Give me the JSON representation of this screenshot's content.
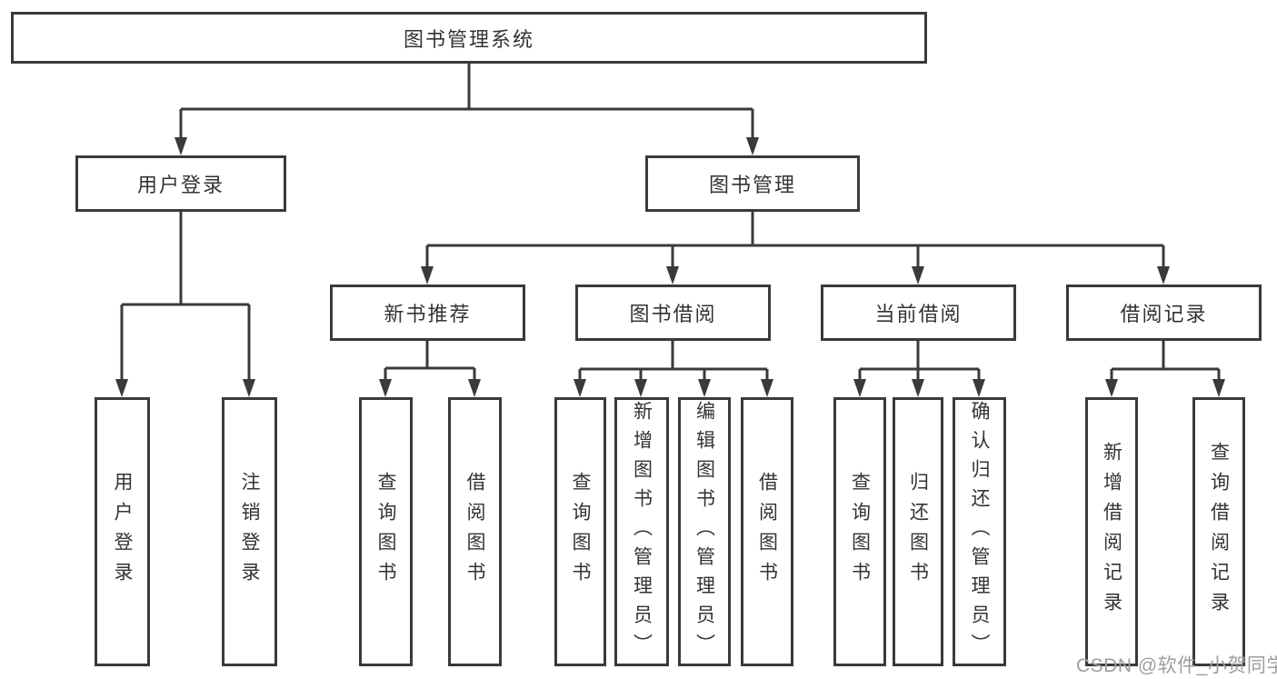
{
  "diagram": {
    "title": "图书管理系统",
    "tree": {
      "root": "图书管理系统",
      "branches": [
        {
          "label": "用户登录",
          "leaves": [
            "用户登录",
            "注销登录"
          ]
        },
        {
          "label": "图书管理",
          "groups": [
            {
              "label": "新书推荐",
              "leaves": [
                "查询图书",
                "借阅图书"
              ]
            },
            {
              "label": "图书借阅",
              "leaves": [
                "查询图书",
                "新增图书（管理员）",
                "编辑图书（管理员）",
                "借阅图书"
              ]
            },
            {
              "label": "当前借阅",
              "leaves": [
                "查询图书",
                "归还图书",
                "确认归还（管理员）"
              ]
            },
            {
              "label": "借阅记录",
              "leaves": [
                "新增借阅记录",
                "查询借阅记录"
              ]
            }
          ]
        }
      ]
    },
    "colors": {
      "line": "#3a3a3a",
      "box_border": "#3a3a3a",
      "text": "#333333",
      "background": "#ffffff",
      "watermark": "#9e9e9e"
    }
  },
  "watermark": {
    "text": "CSDN @软件_小贺同学"
  }
}
